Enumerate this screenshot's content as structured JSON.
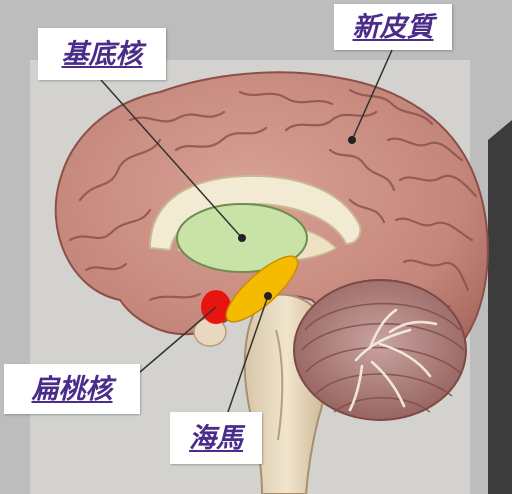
{
  "labels": {
    "basal_ganglia": "基底核",
    "neocortex": "新皮質",
    "amygdala": "扁桃核",
    "hippocampus": "海馬"
  },
  "colors": {
    "background": "#bdbdbd",
    "label_text": "#4a2c8a",
    "basal_ganglia_region": "#c9e2a8",
    "amygdala_region": "#e8140f",
    "hippocampus_region": "#f5bb00",
    "cortex": "#c98b7e"
  }
}
